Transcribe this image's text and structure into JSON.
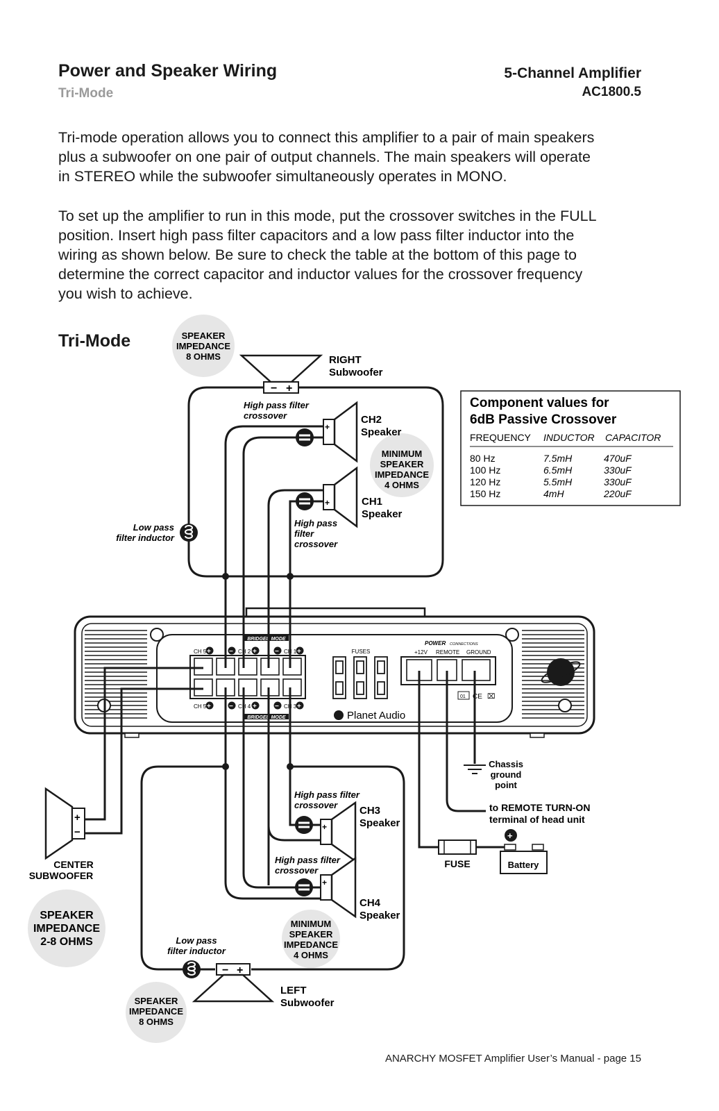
{
  "header": {
    "title": "Power and Speaker Wiring",
    "subtitle": "Tri-Mode",
    "product": "5-Channel Amplifier",
    "model": "AC1800.5"
  },
  "intro": {
    "p1_lines": [
      "Tri-mode operation allows you to connect this amplifier to a pair of main speakers",
      "plus a subwoofer on one pair of output channels. The main speakers will operate",
      "in STEREO while the subwoofer simultaneously operates in MONO."
    ],
    "p2_lines": [
      "To set up the amplifier to run in this mode, put the crossover switches in the FULL",
      "position. Insert high pass filter capacitors and a low pass filter inductor into the",
      "wiring as shown below. Be sure to check the table at the bottom of this page to",
      "determine the correct capacitor and inductor values for the crossover frequency",
      "you wish to achieve."
    ]
  },
  "section_title": "Tri-Mode",
  "table": {
    "title1": "Component values for",
    "title2": "6dB Passive Crossover",
    "col_frequency": "FREQUENCY",
    "col_inductor": "INDUCTOR",
    "col_capacitor": "CAPACITOR",
    "rows": [
      {
        "frequency": "80 Hz",
        "inductor": "7.5mH",
        "capacitor": "470uF"
      },
      {
        "frequency": "100 Hz",
        "inductor": "6.5mH",
        "capacitor": "330uF"
      },
      {
        "frequency": "120 Hz",
        "inductor": "5.5mH",
        "capacitor": "330uF"
      },
      {
        "frequency": "150 Hz",
        "inductor": "4mH",
        "capacitor": "220uF"
      }
    ]
  },
  "labels": {
    "imp8_top": [
      "SPEAKER",
      "IMPEDANCE",
      "8 OHMS"
    ],
    "imp8_bottom": [
      "SPEAKER",
      "IMPEDANCE",
      "8 OHMS"
    ],
    "min_imp_top": [
      "MINIMUM",
      "SPEAKER",
      "IMPEDANCE",
      "4 OHMS"
    ],
    "min_imp_bottom": [
      "MINIMUM",
      "SPEAKER",
      "IMPEDANCE",
      "4 OHMS"
    ],
    "imp_center": [
      "SPEAKER",
      "IMPEDANCE",
      "2-8 OHMS"
    ],
    "right_sub": [
      "RIGHT",
      "Subwoofer"
    ],
    "left_sub": [
      "LEFT",
      "Subwoofer"
    ],
    "center_sub": [
      "CENTER",
      "SUBWOOFER"
    ],
    "ch1": [
      "CH1",
      "Speaker"
    ],
    "ch2": [
      "CH2",
      "Speaker"
    ],
    "ch3": [
      "CH3",
      "Speaker"
    ],
    "ch4": [
      "CH4",
      "Speaker"
    ],
    "hp_ch2": [
      "High pass filter",
      "crossover"
    ],
    "hp_ch1": [
      "High pass",
      "filter",
      "crossover"
    ],
    "hp_ch3": [
      "High pass filter",
      "crossover"
    ],
    "hp_ch4": [
      "High pass filter",
      "crossover"
    ],
    "lp_top": [
      "Low pass",
      "filter inductor"
    ],
    "lp_bottom": [
      "Low pass",
      "filter inductor"
    ],
    "chassis": [
      "Chassis",
      "ground",
      "point"
    ],
    "remote": [
      "to REMOTE TURN-ON",
      "terminal of head unit"
    ],
    "fuse": "FUSE",
    "battery": "Battery",
    "amp_fuses": "FUSES",
    "amp_power": "POWER",
    "amp_connections": "CONNECTIONS",
    "amp_12v": "+12V",
    "amp_remote": "REMOTE",
    "amp_ground": "GROUND",
    "amp_bridged": "BRIDGED MODE",
    "amp_brand": "Planet Audio",
    "amp_ch5": "CH 5",
    "amp_ch2": "CH 2",
    "amp_ch1": "CH 1",
    "amp_ch4": "CH 4",
    "amp_ch3": "CH 3",
    "amp_mark": "01"
  },
  "footer": "ANARCHY MOSFET Amplifier User’s Manual - page 15"
}
